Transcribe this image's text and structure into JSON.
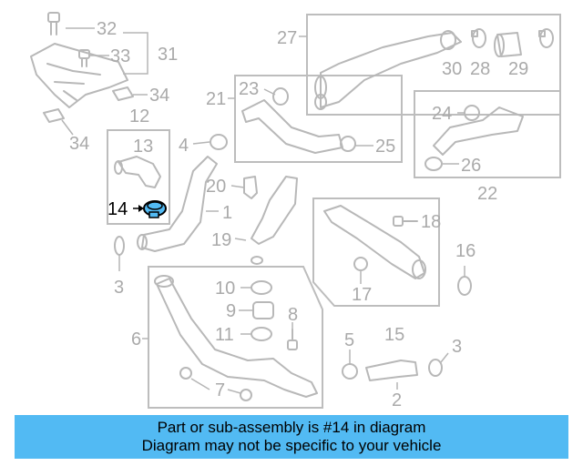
{
  "labels": {
    "p1": "1",
    "p2": "2",
    "p3a": "3",
    "p3b": "3",
    "p4": "4",
    "p5": "5",
    "p6": "6",
    "p7": "7",
    "p8": "8",
    "p9": "9",
    "p10": "10",
    "p11": "11",
    "p12": "12",
    "p13": "13",
    "p14": "14",
    "p15": "15",
    "p16": "16",
    "p17": "17",
    "p18": "18",
    "p19": "19",
    "p20": "20",
    "p21": "21",
    "p22": "22",
    "p23": "23",
    "p24": "24",
    "p25": "25",
    "p26": "26",
    "p27": "27",
    "p28": "28",
    "p29": "29",
    "p30": "30",
    "p31": "31",
    "p32": "32",
    "p33": "33",
    "p34a": "34",
    "p34b": "34"
  },
  "highlight": {
    "part": "14",
    "color": "#52baf3"
  },
  "caption": {
    "line1": "Part or sub-assembly is #14 in diagram",
    "line2": "Diagram may not be specific to your vehicle",
    "background": "#52baf3"
  }
}
